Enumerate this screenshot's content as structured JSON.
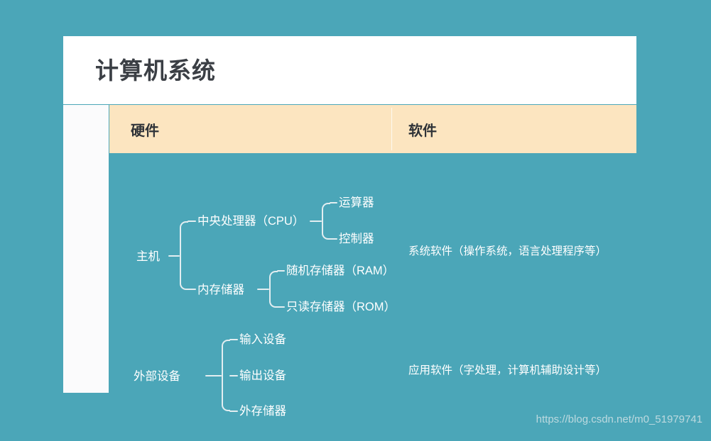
{
  "page": {
    "background_color": "#4ba6b8",
    "card_background": "#ffffff",
    "header_background": "#fce5c0",
    "line_color": "#e3eef1"
  },
  "title": "计算机系统",
  "header": {
    "hardware": "硬件",
    "software": "软件"
  },
  "hardware_tree": {
    "root_host": "主机",
    "host_children": {
      "cpu": "中央处理器（CPU）",
      "memory": "内存储器"
    },
    "cpu_children": {
      "alu": "运算器",
      "control": "控制器"
    },
    "memory_children": {
      "ram": "随机存储器（RAM）",
      "rom": "只读存储器（ROM）"
    },
    "root_peripheral": "外部设备",
    "peripheral_children": {
      "input": "输入设备",
      "output": "输出设备",
      "external_storage": "外存储器"
    }
  },
  "software": {
    "system_software": "系统软件（操作系统，语言处理程序等）",
    "application_software": "应用软件（字处理，计算机辅助设计等）"
  },
  "watermark": "https://blog.csdn.net/m0_51979741"
}
